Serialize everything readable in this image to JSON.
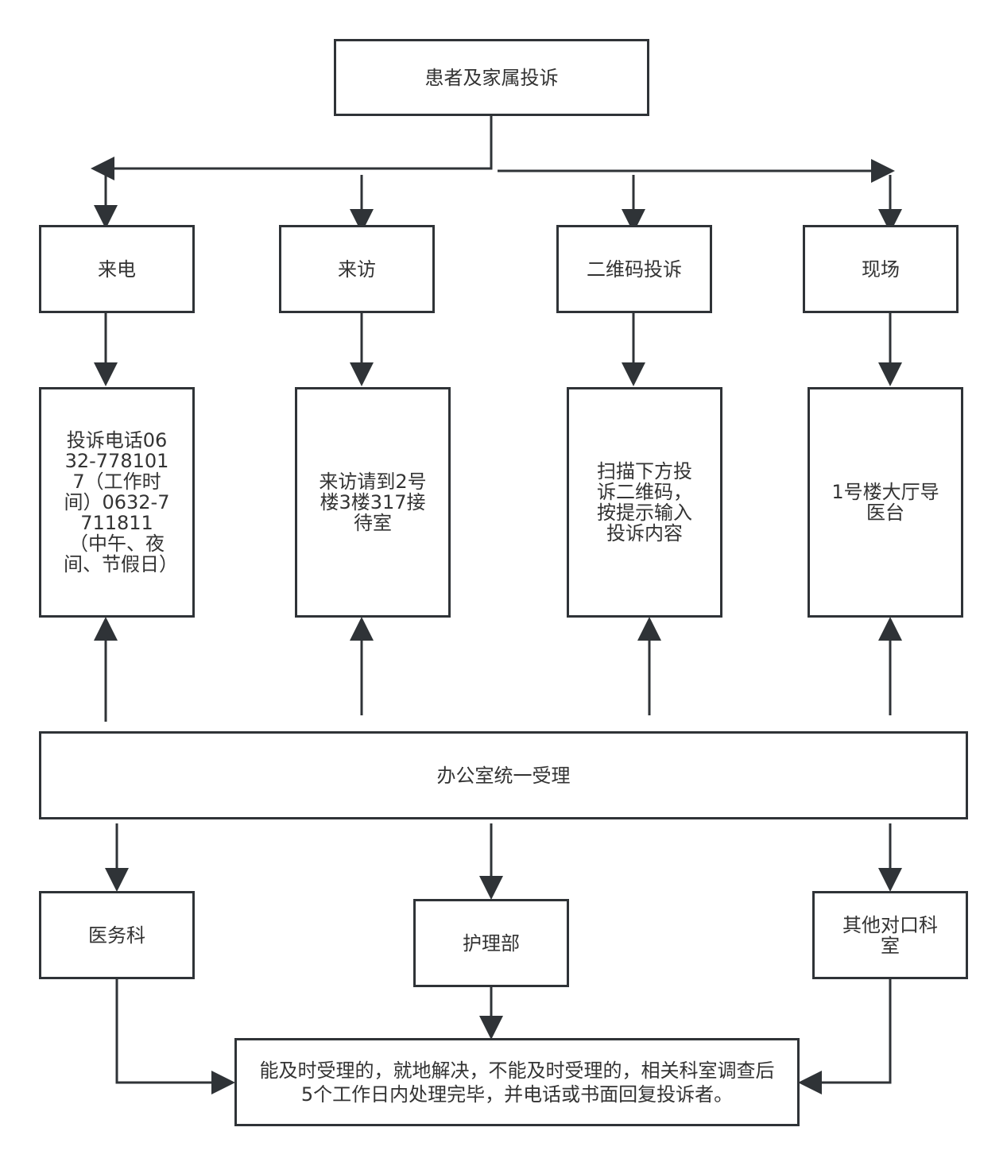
{
  "title": "患者及家属投诉",
  "channels": [
    {
      "label": "来电",
      "detail": "投诉电话0632-7781017（工作时间）0632-7711811（中午、夜间、节假日）"
    },
    {
      "label": "来访",
      "detail": "来访请到2号楼3楼317接待室"
    },
    {
      "label": "二维码投诉",
      "detail": "扫描下方投诉二维码，按提示输入投诉内容"
    },
    {
      "label": "现场",
      "detail": "1号楼大厅导医台"
    }
  ],
  "office": "办公室统一受理",
  "departments": [
    "医务科",
    "护理部",
    "其他对口科室"
  ],
  "outcome": "能及时受理的，就地解决，不能及时受理的，相关科室调查后5个工作日内处理完毕，并电话或书面回复投诉者。",
  "colors": {
    "stroke": "#2f3337",
    "text": "#333333",
    "background": "#ffffff"
  }
}
